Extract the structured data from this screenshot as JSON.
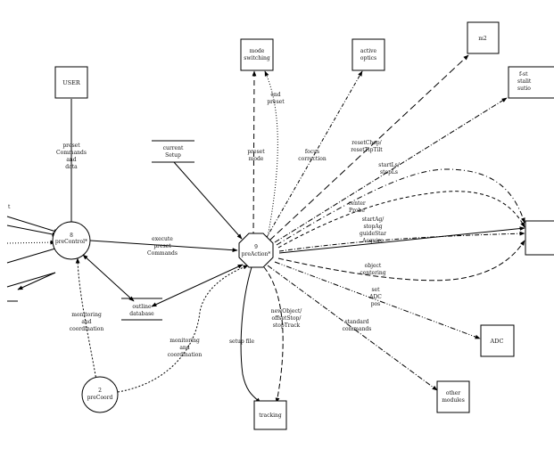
{
  "nodes": {
    "user": {
      "label": [
        "USER"
      ]
    },
    "mode_switching": {
      "label": [
        "mode",
        "switching"
      ]
    },
    "active_optics": {
      "label": [
        "active",
        "optics"
      ]
    },
    "m2": {
      "label": [
        "m2"
      ]
    },
    "right_partial": {
      "label": [
        "f-st",
        "stalit",
        "sutio"
      ]
    },
    "adc": {
      "label": [
        "ADC"
      ]
    },
    "other_modules": {
      "label": [
        "other",
        "modules"
      ]
    },
    "tracking": {
      "label": [
        "tracking"
      ]
    },
    "pre_control": {
      "label": [
        "8",
        "preControl*"
      ]
    },
    "pre_action": {
      "label": [
        "9",
        "preAction*"
      ]
    },
    "pre_coord": {
      "label": [
        "2",
        "preCoord"
      ]
    }
  },
  "stores": {
    "current_setup": {
      "label": [
        "current",
        "Setup"
      ]
    },
    "outline_database": {
      "label": [
        "outline",
        "database"
      ]
    }
  },
  "flows": {
    "preset_commands": {
      "label": [
        "preset",
        "Commands",
        "and",
        "data"
      ]
    },
    "execute_preset": {
      "label": [
        "execute",
        "preset",
        "Commands"
      ]
    },
    "monitoring_left": {
      "label": [
        "monitoring",
        "and",
        "coordination"
      ]
    },
    "monitoring_right": {
      "label": [
        "monitoring",
        "and",
        "coordination"
      ]
    },
    "preset_mode": {
      "label": [
        "preset",
        "mode"
      ]
    },
    "end_preset": {
      "label": [
        "end",
        "preset"
      ]
    },
    "focus_correction": {
      "label": [
        "focus",
        "correction"
      ]
    },
    "reset_chop": {
      "label": [
        "resetChop/",
        "resetTipTilt"
      ]
    },
    "start_ls": {
      "label": [
        "startLs/",
        "stopLs"
      ]
    },
    "center_probe": {
      "label": [
        "center",
        "Probe"
      ]
    },
    "start_ag": {
      "label": [
        "startAg/",
        "stopAg",
        "guideStar",
        "Acquire"
      ]
    },
    "object_centering": {
      "label": [
        "object",
        "centering"
      ]
    },
    "set_adc": {
      "label": [
        "set",
        "ADC",
        "pos"
      ]
    },
    "standard_commands": {
      "label": [
        "standard",
        "commands"
      ]
    },
    "new_object": {
      "label": [
        "newObject/",
        "offsetStop/",
        "stopTrack"
      ]
    },
    "setup_file": {
      "label": [
        "setup file"
      ]
    },
    "left_stub_a": {
      "label": [
        "t"
      ]
    }
  }
}
